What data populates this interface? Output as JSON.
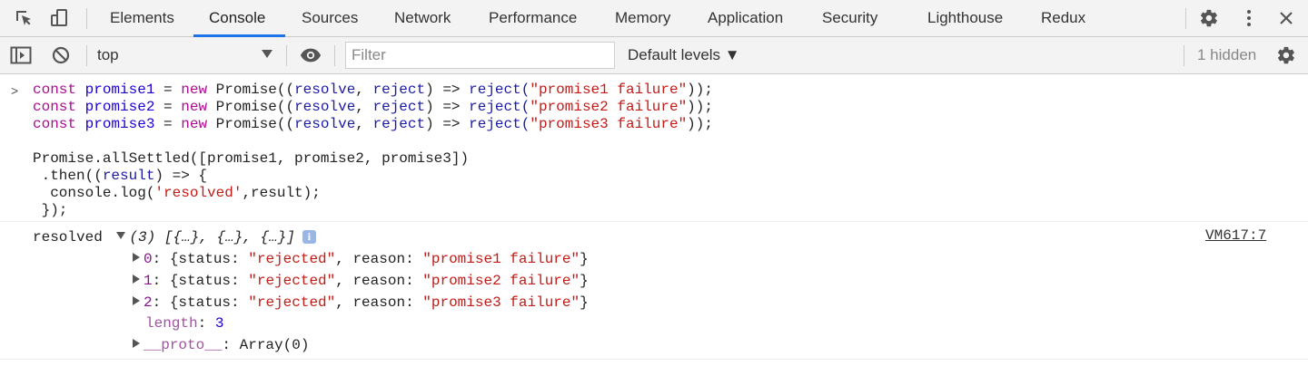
{
  "tabs": [
    {
      "label": "Elements",
      "active": false
    },
    {
      "label": "Console",
      "active": true
    },
    {
      "label": "Sources",
      "active": false
    },
    {
      "label": "Network",
      "active": false
    },
    {
      "label": "Performance",
      "active": false
    },
    {
      "label": "Memory",
      "active": false
    },
    {
      "label": "Application",
      "active": false
    },
    {
      "label": "Security",
      "active": false
    },
    {
      "label": "Lighthouse",
      "active": false
    },
    {
      "label": "Redux",
      "active": false
    }
  ],
  "toolbar": {
    "context": "top",
    "filter_placeholder": "Filter",
    "filter_value": "",
    "levels": "Default levels",
    "hidden": "1 hidden"
  },
  "console": {
    "input_code": {
      "line1": {
        "c": "const",
        "v": "promise1",
        "eq": " = ",
        "n": "new",
        "rest1": " Promise((",
        "a": "resolve",
        "comma": ", ",
        "b": "reject",
        "rest2": ") => ",
        "fn": "reject(",
        "s": "\"promise1 failure\"",
        "end": "));"
      },
      "line2": {
        "c": "const",
        "v": "promise2",
        "eq": " = ",
        "n": "new",
        "rest1": " Promise((",
        "a": "resolve",
        "comma": ", ",
        "b": "reject",
        "rest2": ") => ",
        "fn": "reject(",
        "s": "\"promise2 failure\"",
        "end": "));"
      },
      "line3": {
        "c": "const",
        "v": "promise3",
        "eq": " = ",
        "n": "new",
        "rest1": " Promise((",
        "a": "resolve",
        "comma": ", ",
        "b": "reject",
        "rest2": ") => ",
        "fn": "reject(",
        "s": "\"promise3 failure\"",
        "end": "));"
      },
      "line5": "Promise.allSettled([promise1, promise2, promise3])",
      "line6a": " .then((",
      "line6b": "result",
      "line6c": ") => {",
      "line7a": "  console.log(",
      "line7b": "'resolved'",
      "line7c": ",result);",
      "line8": " });"
    },
    "log": {
      "label": "resolved",
      "summary": "(3) [{…}, {…}, {…}]",
      "info": "i",
      "source": "VM617:7",
      "entries": [
        {
          "index": "0",
          "status_key": "status",
          "status": "\"rejected\"",
          "reason_key": "reason",
          "reason": "\"promise1 failure\""
        },
        {
          "index": "1",
          "status_key": "status",
          "status": "\"rejected\"",
          "reason_key": "reason",
          "reason": "\"promise2 failure\""
        },
        {
          "index": "2",
          "status_key": "status",
          "status": "\"rejected\"",
          "reason_key": "reason",
          "reason": "\"promise3 failure\""
        }
      ],
      "length_key": "length",
      "length_value": "3",
      "proto_key": "__proto__",
      "proto_value": "Array(0)"
    }
  }
}
